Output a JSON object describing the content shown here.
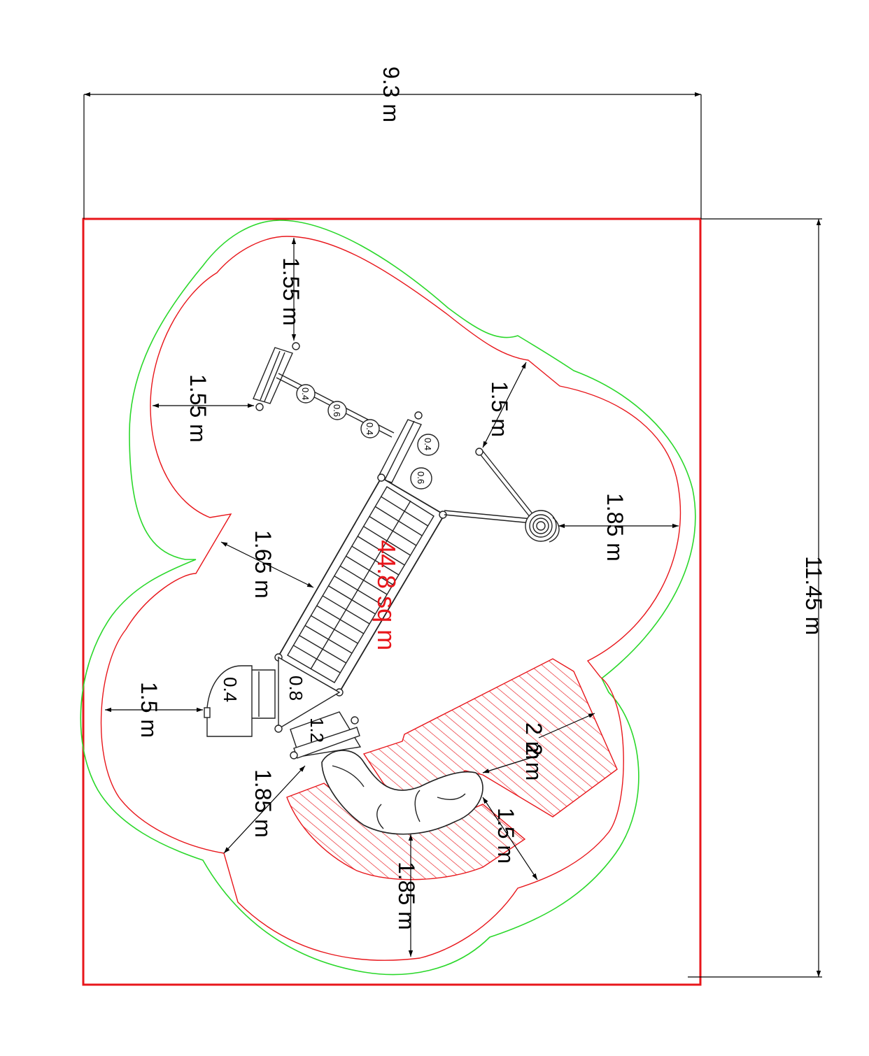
{
  "colors": {
    "boundary": "#e8161b",
    "safety_zone": "#e8161b",
    "outer_zone": "#2bd82b",
    "hatch": "#e8161b",
    "equipment": "#222222",
    "dimension": "#000000",
    "area_label": "#e8161b"
  },
  "dimensions": {
    "overall_width": "9.3 m",
    "overall_length": "11.45 m",
    "top_left_155a": "1.55 m",
    "top_left_155b": "1.55 m",
    "upper_right_15": "1.5 m",
    "right_185": "1.85 m",
    "left_165": "1.65 m",
    "left_15": "1.5 m",
    "lower_left_185": "1.85 m",
    "slide_2a": "2 m",
    "slide_2b": "2 m",
    "slide_15": "1.5 m",
    "bottom_185": "1.85 m"
  },
  "labels": {
    "area": "44.8 sq m",
    "deck_04": "0.4",
    "deck_08": "0.8",
    "deck_12": "1.2"
  },
  "step_labels": {
    "s1": "0.4",
    "s2": "0.6",
    "s3": "0.4",
    "s4": "0.4",
    "s5": "0.6"
  }
}
